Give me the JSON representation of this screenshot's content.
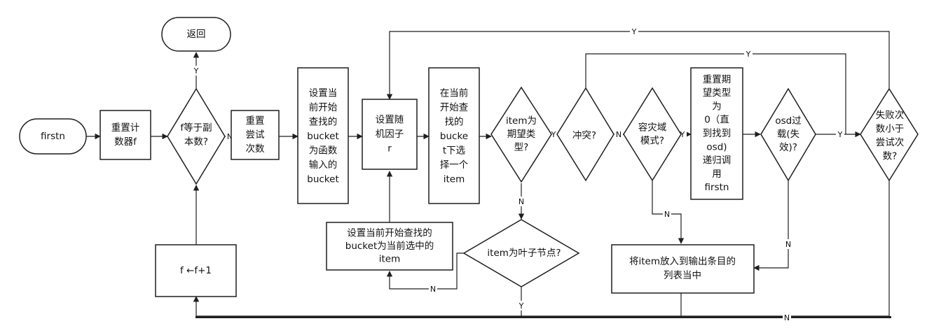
{
  "nodes": {
    "firstn": [
      "firstn"
    ],
    "return": [
      "返回"
    ],
    "reset_counter": [
      "重置计",
      "数器f"
    ],
    "f_equals_replicas": [
      "f等于副",
      "本数?"
    ],
    "reset_tries": [
      "重置",
      "尝试",
      "次数"
    ],
    "set_bucket_input": [
      "设置当",
      "前开始",
      "查找的",
      "bucket",
      "为函数",
      "输入的",
      "bucket"
    ],
    "set_random_factor": [
      "设置随",
      "机因子",
      "r"
    ],
    "select_item": [
      "在当前",
      "开始查",
      "找的",
      "bucke",
      "t下选",
      "择一个",
      "item"
    ],
    "item_expected_type": [
      "item为",
      "期望类",
      "型?"
    ],
    "conflict": [
      "冲突?"
    ],
    "failure_domain_mode": [
      "容灾域",
      "模式?"
    ],
    "recursive_call": [
      "重置期",
      "望类型",
      "为",
      "0（直",
      "到找到",
      "osd)",
      "递归调",
      "用",
      "firstn"
    ],
    "osd_overload": [
      "osd过",
      "载(失",
      "效)?"
    ],
    "fail_less_than_tries": [
      "失败次",
      "数小于",
      "尝试次",
      "数?"
    ],
    "set_bucket_selected": [
      "设置当前开始查找的",
      "bucket为当前选中的",
      "item"
    ],
    "item_is_leaf": [
      "item为叶子节点?"
    ],
    "put_item_output": [
      "将item放入到输出条目的",
      "列表当中"
    ],
    "increment_f": [
      "f ←f+1"
    ]
  },
  "edge_labels": {
    "yes": "Y",
    "no": "N"
  },
  "colors": {
    "stroke": "#1f1f1f",
    "fill": "#ffffff",
    "text": "#111111"
  }
}
